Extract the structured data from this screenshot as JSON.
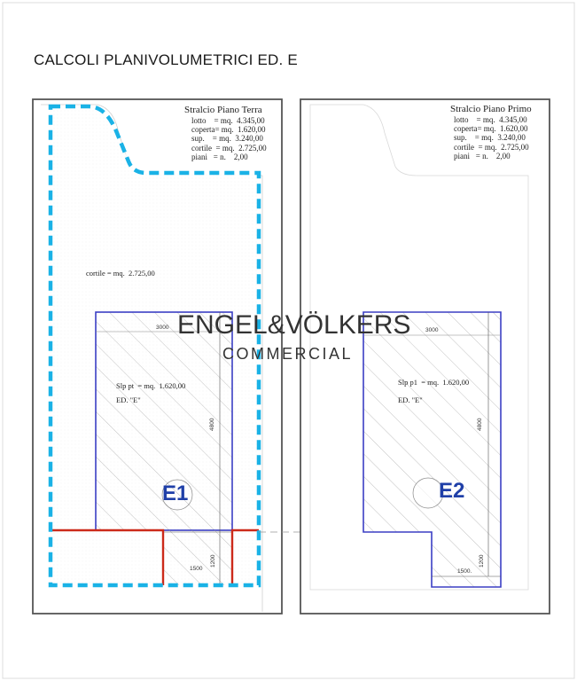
{
  "title": "CALCOLI PLANIVOLUMETRICI ED. E",
  "watermark": {
    "brand": "ENGEL&VÖLKERS",
    "sub": "COMMERCIAL"
  },
  "left_panel": {
    "heading": "Stralcio Piano Terra",
    "stats": [
      "lotto    = mq.  4.345,00",
      "coperta= mq.  1.620,00",
      "sup.    = mq.  3.240,00",
      "cortile  = mq.  2.725,00",
      "piani   = n.    2,00"
    ],
    "cortile_label": "cortile = mq.  2.725,00",
    "slp_label": "Slp pt  = mq.  1.620,00",
    "ed_label": "ED. \"E\"",
    "dim_top": "3000",
    "dim_side": "4800",
    "dim_bottom": "1500",
    "dim_small": "1200",
    "badge": "E1"
  },
  "right_panel": {
    "heading": "Stralcio Piano Primo",
    "stats": [
      "lotto    = mq.  4.345,00",
      "coperta= mq.  1.620,00",
      "sup.    = mq.  3.240,00",
      "cortile  = mq.  2.725,00",
      "piani   = n.    2,00"
    ],
    "slp_label": "Slp p1  = mq.  1.620,00",
    "ed_label": "ED. \"E\"",
    "dim_top": "3000",
    "dim_side": "4800",
    "dim_bottom": "1500.",
    "dim_small": "1200",
    "badge": "E2"
  },
  "colors": {
    "frame": "#555555",
    "building": "#3b3fc4",
    "cortile": "#1ab2e6",
    "wall": "#cc2a1a",
    "hatch": "#9a9a9a"
  }
}
